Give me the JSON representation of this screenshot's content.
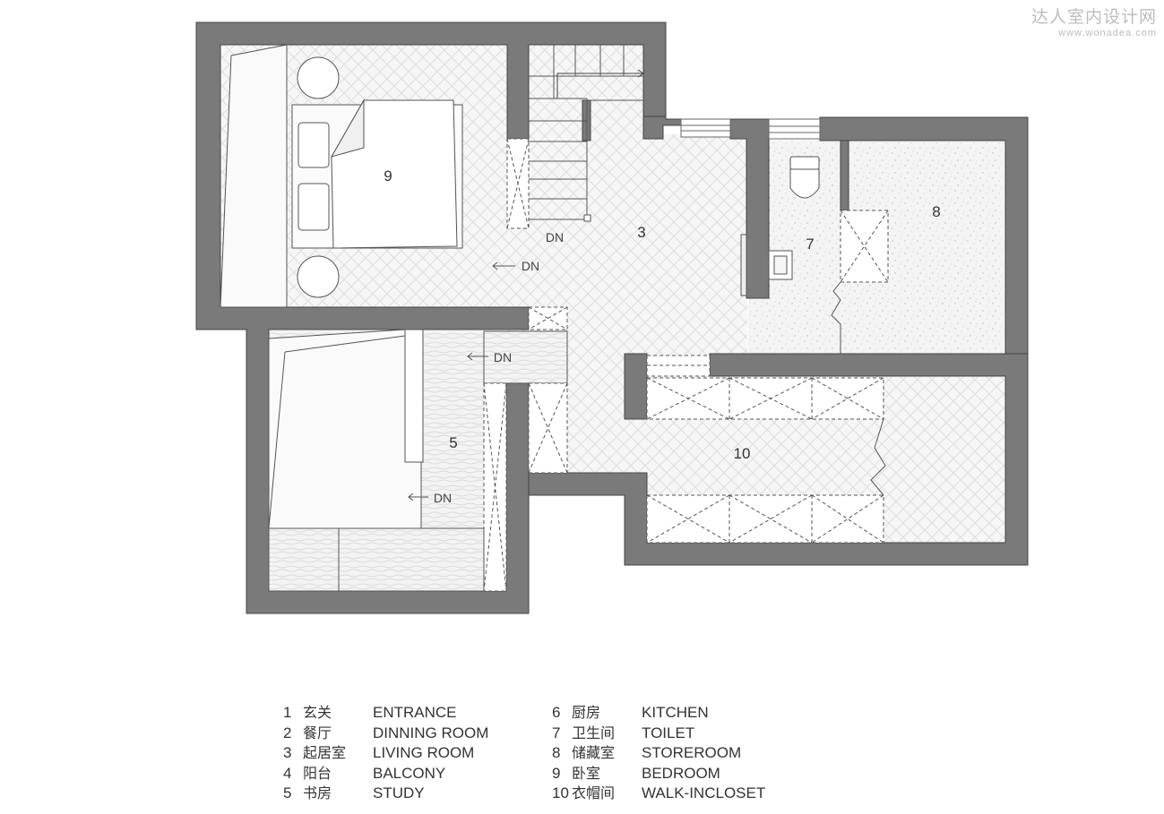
{
  "watermark": {
    "title": "达人室内设计网",
    "url": "www.wonadea.com"
  },
  "rooms": {
    "r3": "3",
    "r5": "5",
    "r7": "7",
    "r8": "8",
    "r9": "9",
    "r10": "10"
  },
  "stairs": {
    "dn1": "DN",
    "dn2": "DN",
    "dn3": "DN",
    "dn4": "DN"
  },
  "legend": {
    "left": [
      {
        "num": "1",
        "cn": "玄关",
        "en": "ENTRANCE"
      },
      {
        "num": "2",
        "cn": "餐厅",
        "en": "DINNING ROOM"
      },
      {
        "num": "3",
        "cn": "起居室",
        "en": "LIVING ROOM"
      },
      {
        "num": "4",
        "cn": "阳台",
        "en": "BALCONY"
      },
      {
        "num": "5",
        "cn": "书房",
        "en": "STUDY"
      }
    ],
    "right": [
      {
        "num": "6",
        "cn": "厨房",
        "en": "KITCHEN"
      },
      {
        "num": "7",
        "cn": "卫生间",
        "en": "TOILET"
      },
      {
        "num": "8",
        "cn": "储藏室",
        "en": "STOREROOM"
      },
      {
        "num": "9",
        "cn": "卧室",
        "en": "BEDROOM"
      },
      {
        "num": "10",
        "cn": "衣帽间",
        "en": "WALK-INCLOSET"
      }
    ]
  },
  "colors": {
    "wall": "#7a7a7a",
    "line": "#555555",
    "floor": "#f3f3f3"
  }
}
